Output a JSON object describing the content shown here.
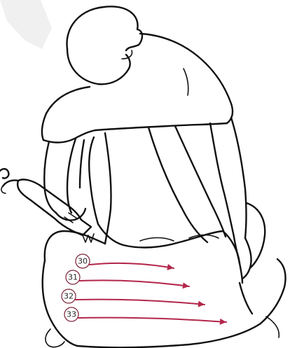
{
  "colors": {
    "line": "#111111",
    "arrow": "#b3264a",
    "badge_ring": "#7a1f35"
  },
  "steps": [
    {
      "label": "30"
    },
    {
      "label": "31"
    },
    {
      "label": "32"
    },
    {
      "label": "33"
    }
  ]
}
